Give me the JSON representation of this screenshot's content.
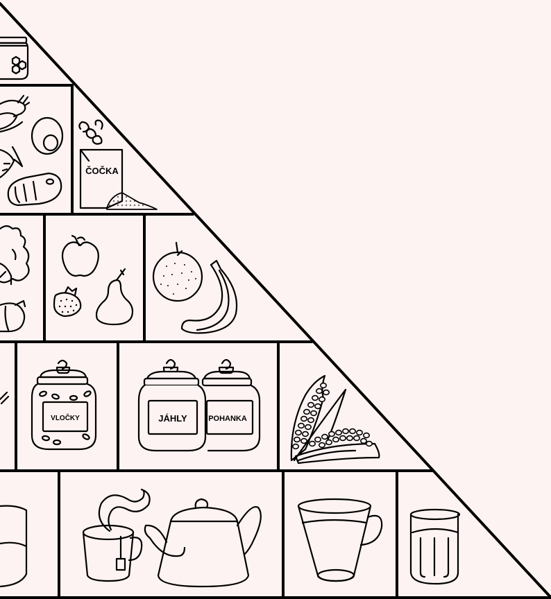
{
  "colors": {
    "background": "#fdf3f2",
    "ink": "#000000"
  },
  "pyramid": {
    "tiers": [
      {
        "name": "sweets",
        "cells": [
          {
            "icon": "honey-jar-icon"
          }
        ]
      },
      {
        "name": "protein",
        "cells": [
          {
            "icon": "meat-egg-fish-icon"
          },
          {
            "icon": "lentils-box-icon",
            "label": "ČOČKA"
          }
        ]
      },
      {
        "name": "fruit-vegetables",
        "cells": [
          {
            "icon": "broccoli-pepper-icon"
          },
          {
            "icon": "apple-pear-strawberry-icon"
          },
          {
            "icon": "orange-banana-icon"
          }
        ]
      },
      {
        "name": "grains",
        "cells": [
          {
            "icon": "grain-partial-icon"
          },
          {
            "icon": "oat-jar-icon",
            "label": "VLOČKY"
          },
          {
            "icon": "millet-buckwheat-jars-icon",
            "labels": [
              "JÁHLY",
              "POHANKA"
            ]
          },
          {
            "icon": "corn-cobs-icon"
          }
        ]
      },
      {
        "name": "drinks",
        "cells": [
          {
            "icon": "water-glass-partial-icon"
          },
          {
            "icon": "tea-cup-teapot-icon"
          },
          {
            "icon": "water-mug-icon"
          },
          {
            "icon": "water-tumbler-icon"
          }
        ]
      }
    ]
  }
}
